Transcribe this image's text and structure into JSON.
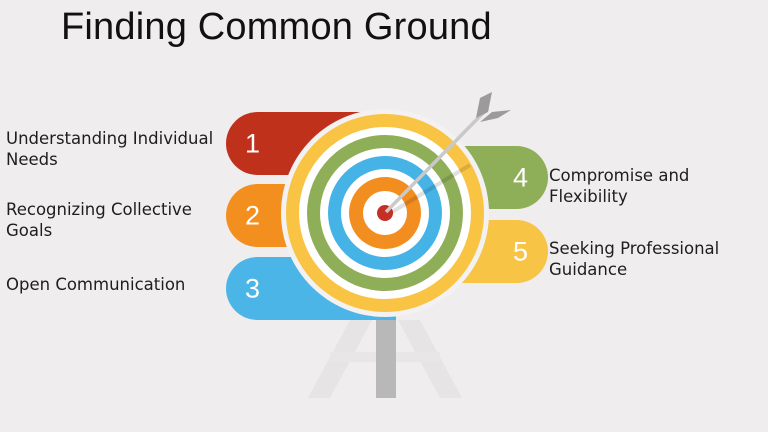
{
  "title": "Finding Common Ground",
  "items": [
    {
      "number": "1",
      "label": "Understanding Individual Needs",
      "color": "#c0311c"
    },
    {
      "number": "2",
      "label": "Recognizing Collective Goals",
      "color": "#f28f1e"
    },
    {
      "number": "3",
      "label": "Open Communication",
      "color": "#4ab5e6"
    },
    {
      "number": "4",
      "label": "Compromise and Flexibility",
      "color": "#8fae58"
    },
    {
      "number": "5",
      "label": "Seeking Professional Guidance",
      "color": "#f8c445"
    }
  ],
  "target": {
    "ring_colors": [
      "#f9c443",
      "#ffffff",
      "#8fae58",
      "#ffffff",
      "#45b3e6",
      "#ffffff",
      "#f28e1f",
      "#ffffff",
      "#c62f25"
    ],
    "arrow_color": "#9b9b9b",
    "stand_color": "#b5b5b5"
  }
}
